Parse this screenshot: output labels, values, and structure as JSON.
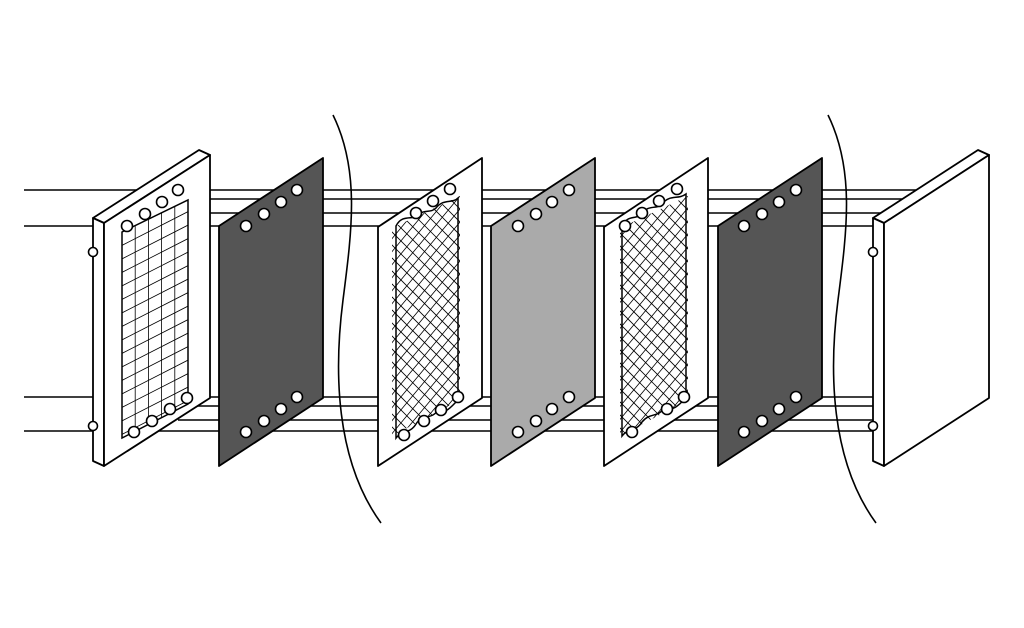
{
  "diagram": {
    "subject": "plate-heat-exchanger-exploded-view",
    "components": [
      {
        "id": "fixed-frame-plate",
        "kind": "frame",
        "color": "#ffffff"
      },
      {
        "id": "end-plate-1",
        "kind": "solid-plate",
        "color": "#555555"
      },
      {
        "id": "gasketed-plate-1",
        "kind": "gasketed-mesh-plate",
        "color": "#ffffff"
      },
      {
        "id": "middle-plate",
        "kind": "solid-plate",
        "color": "#aaaaaa"
      },
      {
        "id": "gasketed-plate-2",
        "kind": "gasketed-mesh-plate",
        "color": "#ffffff"
      },
      {
        "id": "end-plate-2",
        "kind": "solid-plate",
        "color": "#555555"
      },
      {
        "id": "pressure-plate",
        "kind": "frame",
        "color": "#ffffff"
      }
    ],
    "break_marks": 2,
    "guide_bars": 4
  }
}
